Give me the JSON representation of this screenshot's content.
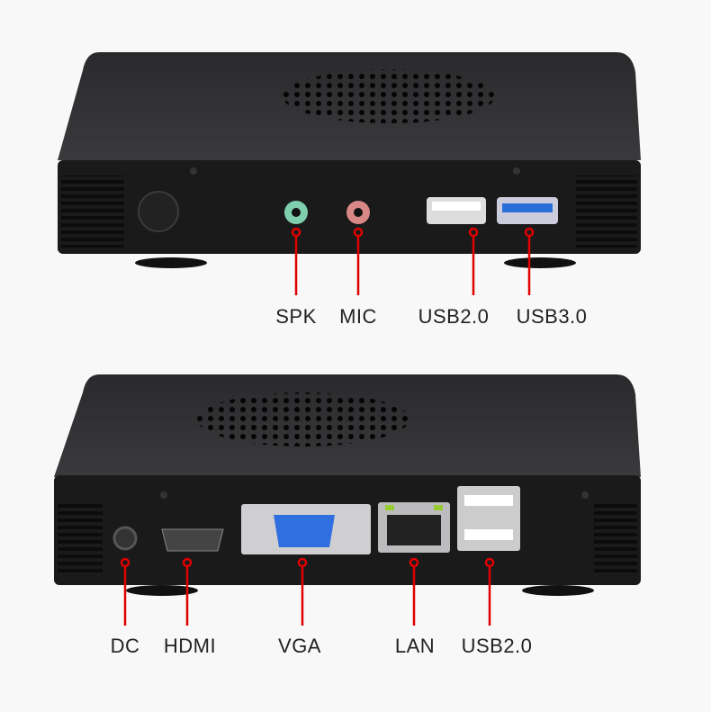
{
  "colors": {
    "callout": "#e00000",
    "body": "#1c1c1e",
    "background": "#f8f8f8"
  },
  "rear_top_view": {
    "labels": [
      "SPK",
      "MIC",
      "USB2.0",
      "USB3.0"
    ]
  },
  "rear_bottom_view": {
    "labels": [
      "DC",
      "HDMI",
      "VGA",
      "LAN",
      "USB2.0"
    ]
  }
}
